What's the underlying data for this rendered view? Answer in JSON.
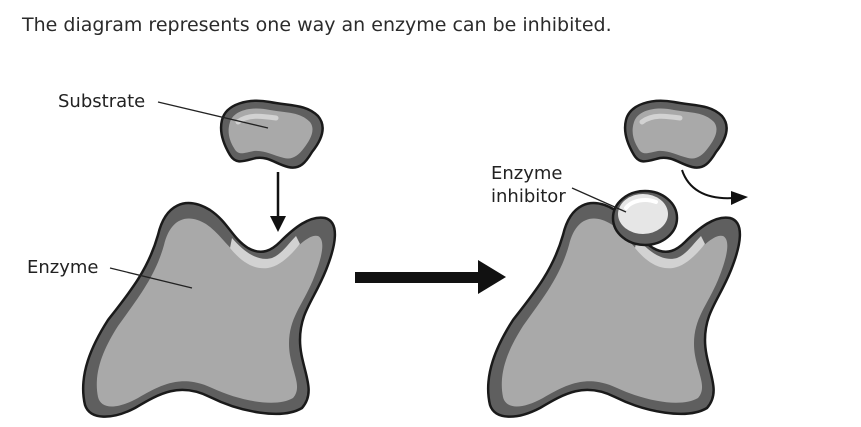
{
  "question": {
    "text": "The diagram represents one way an enzyme can be inhibited."
  },
  "diagram": {
    "left_panel": {
      "substrate_label": "Substrate",
      "enzyme_label": "Enzyme"
    },
    "right_panel": {
      "inhibitor_label_line1": "Enzyme",
      "inhibitor_label_line2": "inhibitor"
    }
  },
  "colors": {
    "shape_outline": "#1a1a1a",
    "shape_rim": "#5f5f5f",
    "shape_fill": "#a9a9a9",
    "shape_highlight": "#d2d2d2",
    "inhibitor_fill": "#e6e6e6",
    "arrow": "#111111"
  }
}
